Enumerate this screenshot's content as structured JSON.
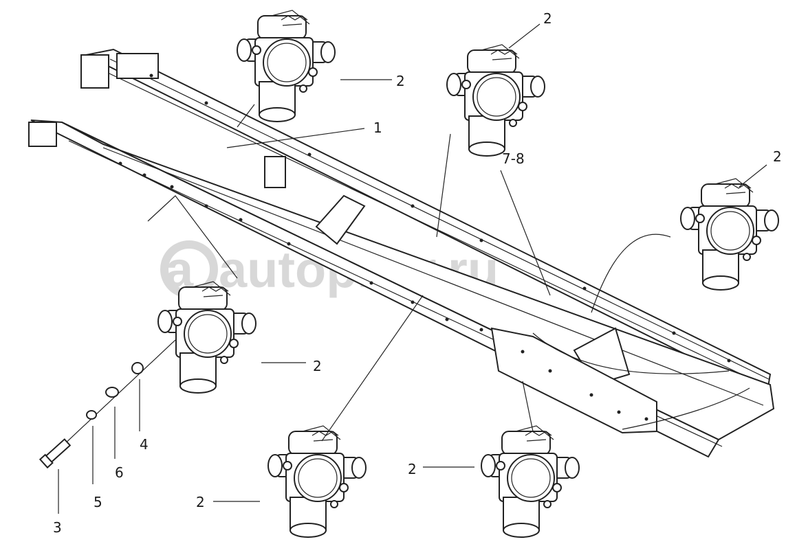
{
  "diagram": {
    "watermark": "autopitar.ru",
    "callouts": {
      "frame": "1",
      "valve": "2",
      "bolt": "3",
      "nut": "4",
      "washer_small": "5",
      "washer": "6",
      "bracket": "7-8"
    }
  }
}
